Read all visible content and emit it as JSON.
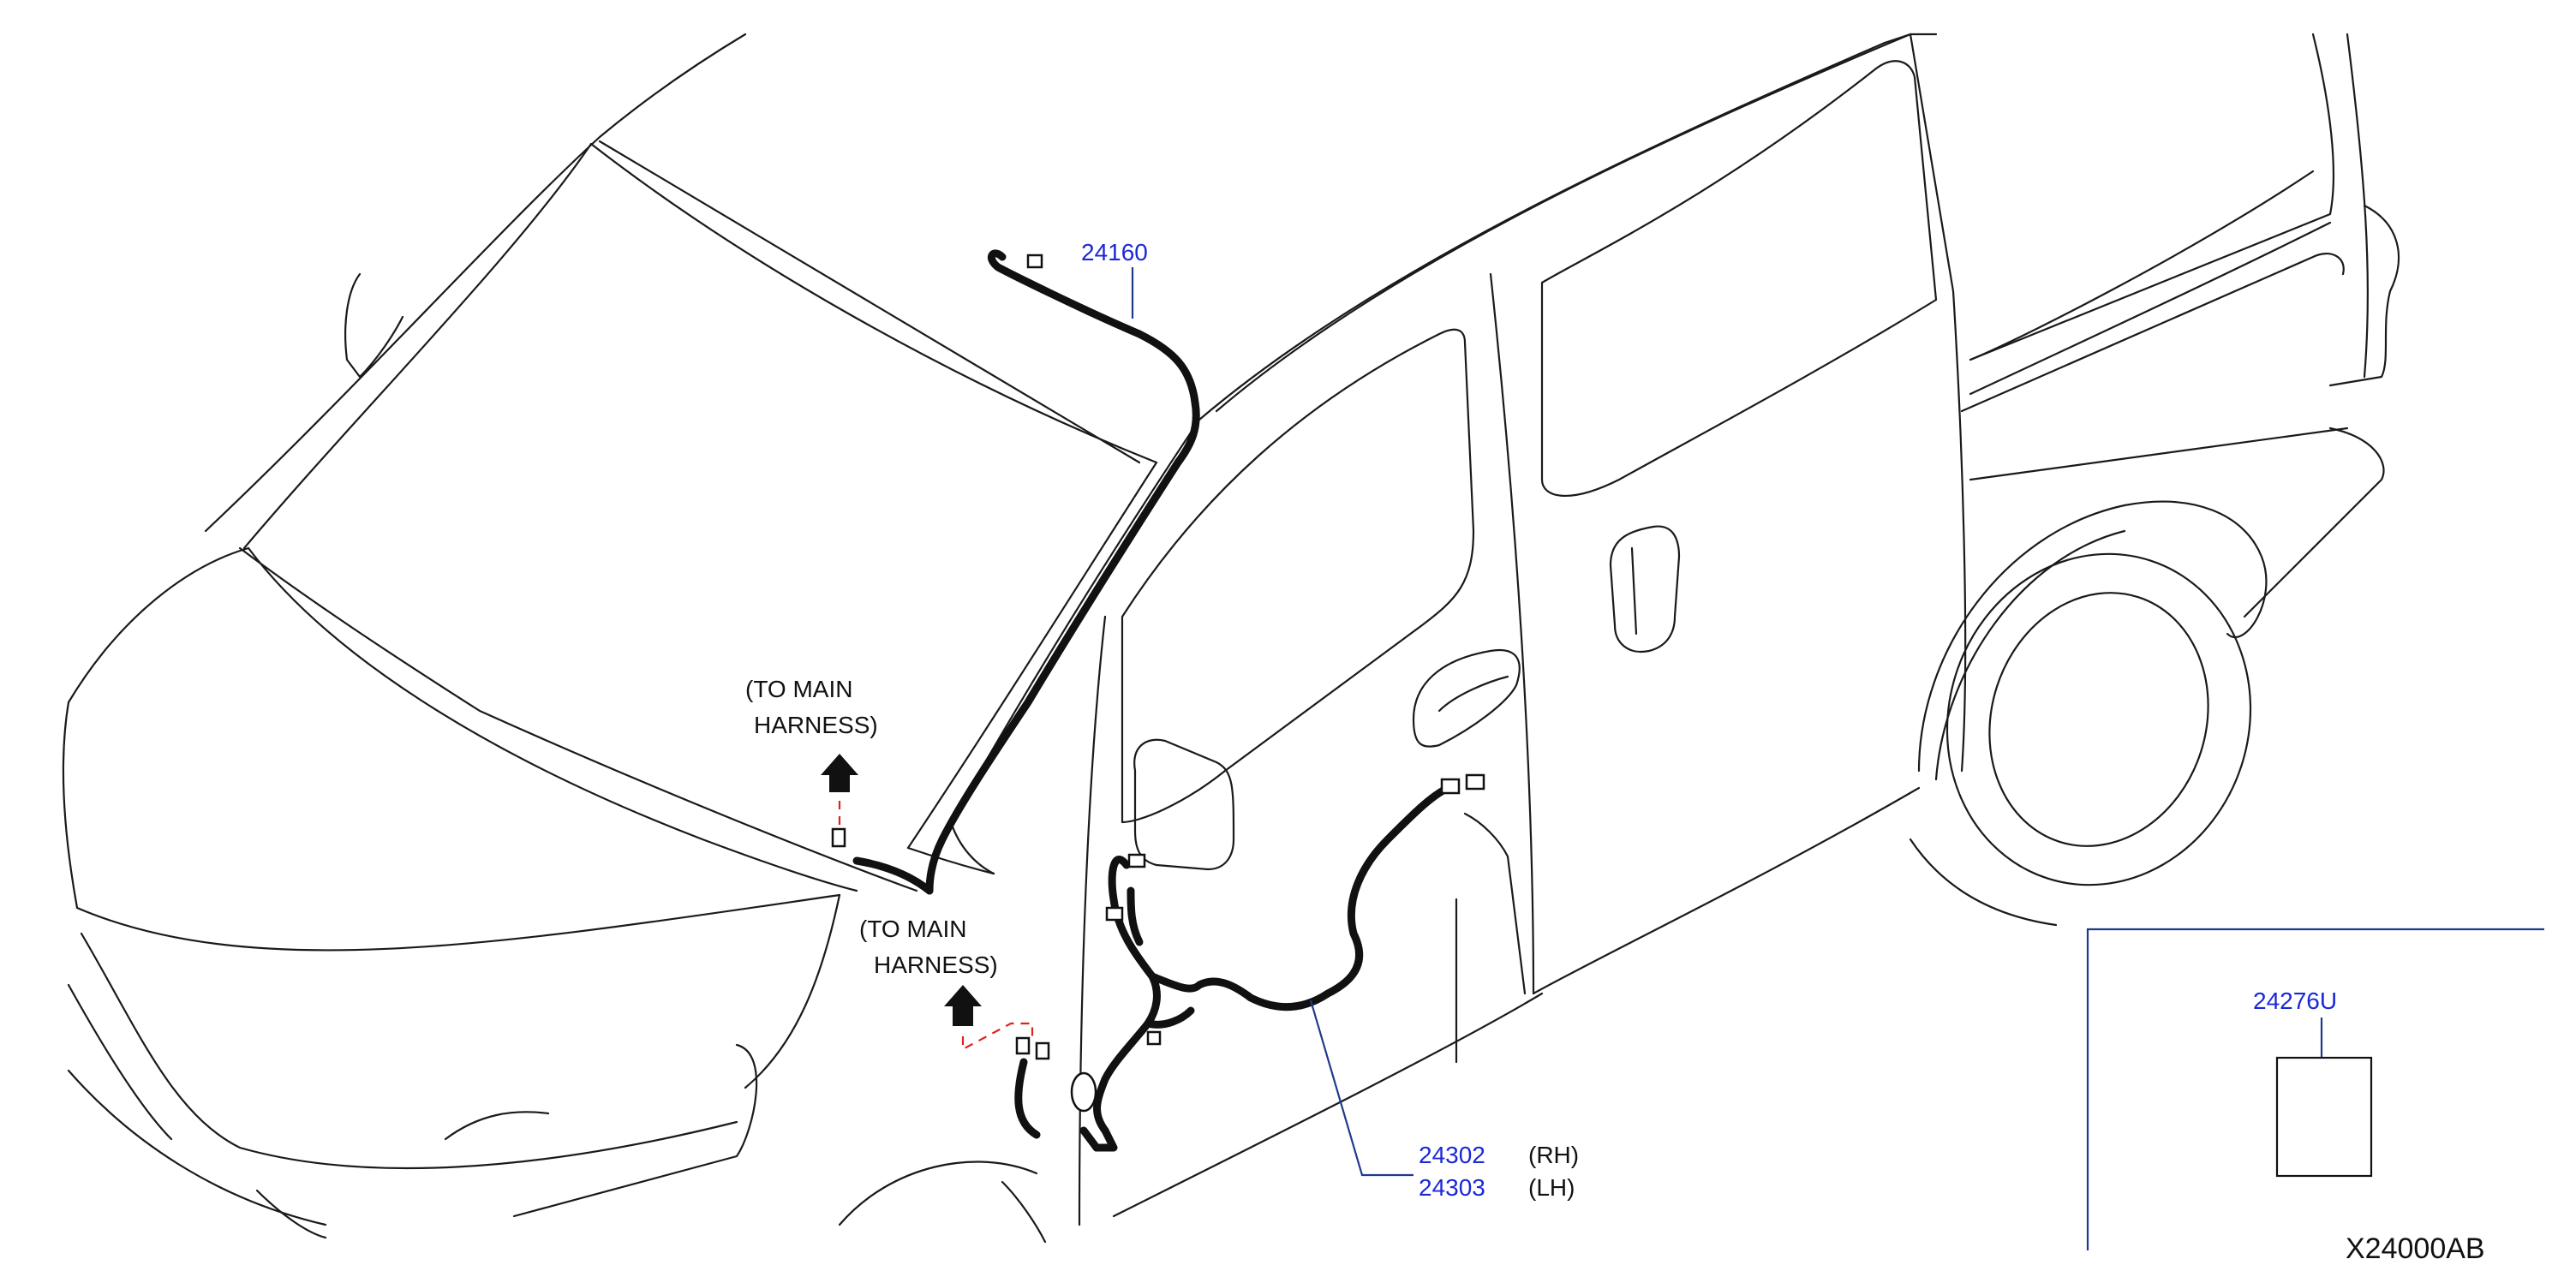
{
  "diagram": {
    "code": "X24000AB",
    "parts": [
      {
        "number": "24160"
      },
      {
        "number": "24302",
        "side": "(RH)"
      },
      {
        "number": "24303",
        "side": "(LH)"
      },
      {
        "number": "24276U"
      }
    ],
    "notes": [
      {
        "line1": "(TO   MAIN",
        "line2": "HARNESS)"
      },
      {
        "line1": "(TO   MAIN",
        "line2": "HARNESS)"
      }
    ]
  },
  "colors": {
    "part_number": "#1a28d6",
    "leader": "#1f3a8a",
    "dashed_connector": "#e02020",
    "outline": "#1a1a1a"
  }
}
